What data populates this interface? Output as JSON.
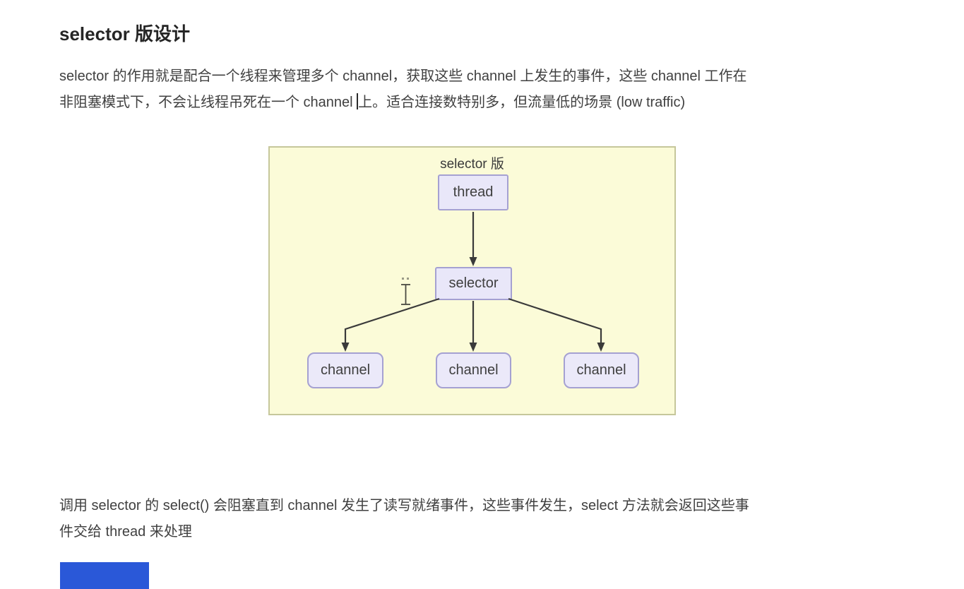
{
  "document": {
    "heading": "selector 版设计",
    "paragraph1": {
      "line1": "selector 的作用就是配合一个线程来管理多个 channel，获取这些 channel 上发生的事件，这些 channel 工作在",
      "line2_before_caret": "非阻塞模式下，不会让线程吊死在一个 channel ",
      "line2_after_caret": "上。适合连接数特别多，但流量低的场景 (low traffic)"
    },
    "paragraph2": {
      "line1": "调用 selector 的 select() 会阻塞直到 channel 发生了读写就绪事件，这些事件发生，select 方法就会返回这些事",
      "line2": "件交给 thread 来处理"
    }
  },
  "diagram": {
    "title": "selector 版",
    "nodes": {
      "thread": "thread",
      "selector": "selector",
      "channel_left": "channel",
      "channel_middle": "channel",
      "channel_right": "channel"
    },
    "colors": {
      "canvas_bg": "#FBFBD8",
      "canvas_border": "#C6C79B",
      "node_fill": "#E9E7F9",
      "node_border": "#A5A1D2",
      "arrow": "#3A3A3A"
    }
  },
  "cursor": {
    "type": "i-beam-text-cursor"
  },
  "misc": {
    "bottom_blue_block_color": "#2A58D8"
  }
}
